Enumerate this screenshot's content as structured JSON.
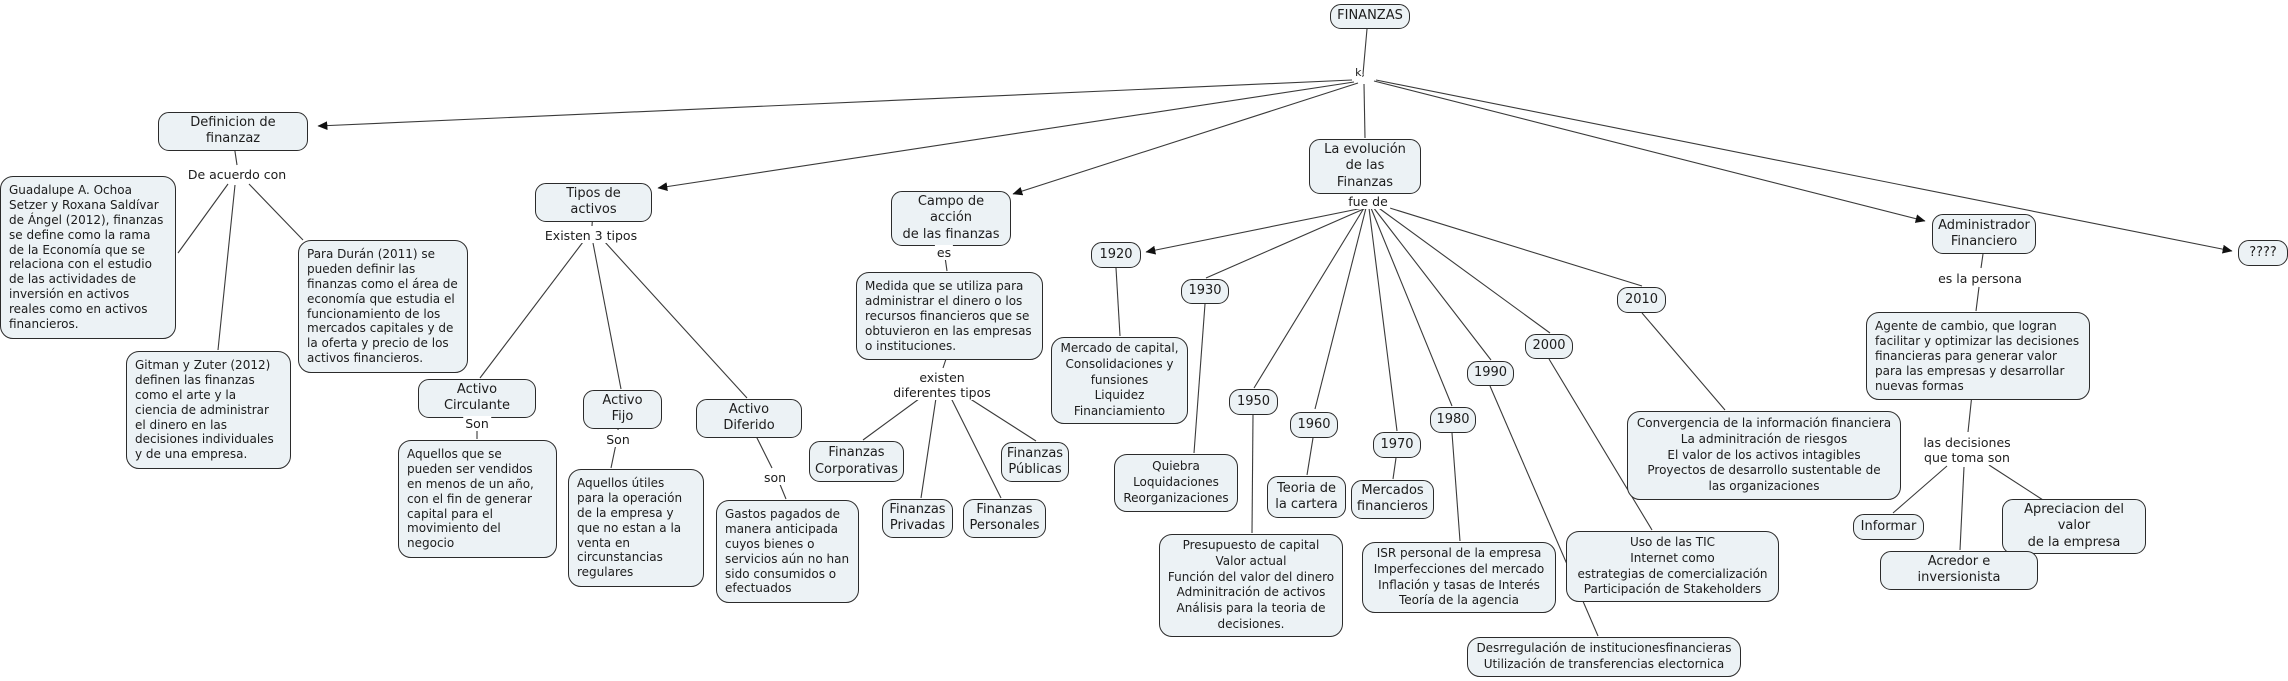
{
  "colors": {
    "background": "#ffffff",
    "node_fill": "#ecf2f5",
    "node_border": "#2b2b2b",
    "line": "#3a3a3a",
    "text": "#1c1c1c"
  },
  "nodes": {
    "finanzas": "FINANZAS",
    "definicion": "Definicion de finanzaz",
    "guadalupe": "Guadalupe A. Ochoa Setzer y Roxana Saldívar de Ángel (2012), finanzas se define como la rama de la Economía que se relaciona con el estudio de las actividades de inversión en activos reales como en activos financieros.",
    "gitman": "Gitman y Zuter (2012) definen las finanzas como el arte y la ciencia de administrar el dinero en las decisiones individuales y de una empresa.",
    "duran": "Para Durán (2011) se pueden definir las finanzas como el área de economía que estudia el funcionamiento de los mercados capitales y de la oferta y precio de los activos financieros.",
    "tipos": "Tipos de activos",
    "activo_circulante": "Activo Circulante",
    "activo_fijo": "Activo Fijo",
    "activo_diferido": "Activo Diferido",
    "aquellos_circulante": "Aquellos que se pueden ser vendidos en menos de un año, con el fin de generar capital para el movimiento del negocio",
    "aquellos_fijo": "Aquellos útiles para la operación de la empresa y que no estan a la venta en circunstancias regulares",
    "gastos": "Gastos pagados de manera anticipada cuyos bienes o servicios aún no han sido consumidos o efectuados",
    "campo": "Campo de acción\nde las finanzas",
    "medida": "Medida que se utiliza para administrar el dinero o los recursos financieros que se obtuvieron en las empresas o instituciones.",
    "fin_corporativas": "Finanzas\nCorporativas",
    "fin_publicas": "Finanzas\nPúblicas",
    "fin_privadas": "Finanzas\nPrivadas",
    "fin_personales": "Finanzas\nPersonales",
    "evolucion": "La evolución\nde las Finanzas",
    "y1920": "1920",
    "y1930": "1930",
    "y1950": "1950",
    "y1960": "1960",
    "y1970": "1970",
    "y1980": "1980",
    "y1990": "1990",
    "y2000": "2000",
    "y2010": "2010",
    "mercado_capital": "Mercado de capital,\nConsolidaciones y\nfunsiones\nLiquidez\nFinanciamiento",
    "quiebra": "Quiebra\nLoquidaciones\nReorganizaciones",
    "presupuesto": "Presupuesto de capital\nValor actual\nFunción del valor del dinero\nAdminitración de activos\nAnálisis para la teoria de\ndecisiones.",
    "teoria_cartera": "Teoria de\nla cartera",
    "mercados_financieros": "Mercados\nfinancieros",
    "isr": "ISR personal de la empresa\nImperfecciones del mercado\nInflación y tasas de Interés\nTeoría de la agencia",
    "desrregulacion": "Desrregulación de institucionesfinancieras\nUtilización de transferencias electornica",
    "uso_tic": "Uso de las TIC\nInternet como\nestrategias de comercialización\nParticipación de Stakeholders",
    "convergencia": "Convergencia de la información financiera\nLa adminitración de riesgos\nEl valor de los activos intagibles\nProyectos de desarrollo sustentable de\nlas organizaciones",
    "administrador": "Administrador\nFinanciero",
    "agente": "Agente de cambio, que logran facilitar y optimizar las decisiones financieras para generar valor para las empresas y desarrollar nuevas formas",
    "informar": "Informar",
    "apreciacion": "Apreciacion del valor\nde la empresa",
    "acredor": "Acredor e inversionista",
    "unknown": "????"
  },
  "link_labels": {
    "hub": "k,",
    "de_acuerdo_con": "De acuerdo con",
    "existen_3_tipos": "Existen 3 tipos",
    "son_circulante": "Son",
    "son_fijo": "Son",
    "son_diferido": "son",
    "es": "es",
    "existen_diferentes_tipos": "existen\ndiferentes tipos",
    "fue_de": "fue de",
    "es_la_persona": "es la persona",
    "las_decisiones": "las decisiones\nque toma son"
  }
}
